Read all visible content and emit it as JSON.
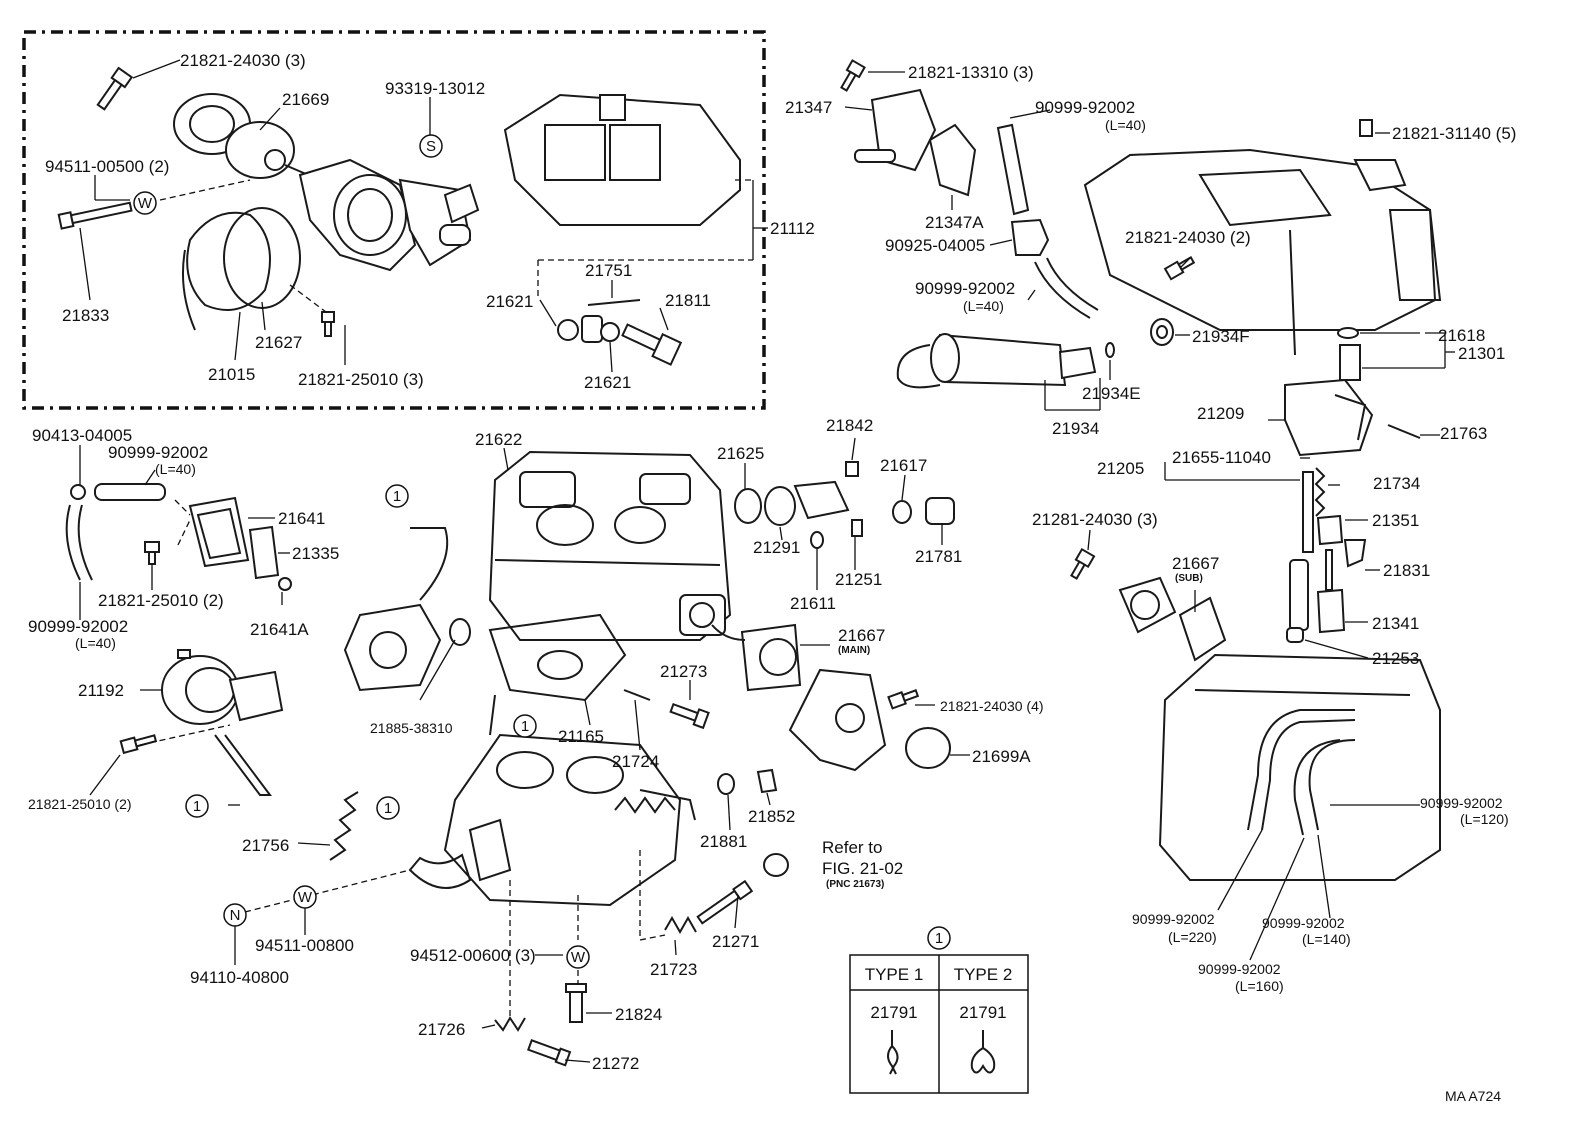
{
  "labels": {
    "p21821_24030_3": "21821-24030 (3)",
    "p21669": "21669",
    "p93319_13012": "93319-13012",
    "p94511_00500_2": "94511-00500 (2)",
    "p21833": "21833",
    "p21627": "21627",
    "p21015": "21015",
    "p21821_25010_3": "21821-25010 (3)",
    "p21112": "21112",
    "p21751": "21751",
    "p21621_a": "21621",
    "p21811": "21811",
    "p21621_b": "21621",
    "p21821_13310_3": "21821-13310 (3)",
    "p21347": "21347",
    "p90999_92002_top": "90999-92002",
    "l40_top": "(L=40)",
    "p21347A": "21347A",
    "p90925_04005": "90925-04005",
    "p90999_92002_mid": "90999-92002",
    "l40_mid": "(L=40)",
    "p21821_31140_5": "21821-31140 (5)",
    "p21821_24030_2": "21821-24030 (2)",
    "p21934F": "21934F",
    "p21618": "21618",
    "p21301": "21301",
    "p21934E": "21934E",
    "p21934": "21934",
    "p21209": "21209",
    "p21763": "21763",
    "p90413_04005": "90413-04005",
    "p90999_92002_left1": "90999-92002",
    "l40_left1": "(L=40)",
    "p21641": "21641",
    "p21335": "21335",
    "p21821_25010_2a": "21821-25010 (2)",
    "p90999_92002_left2": "90999-92002",
    "l40_left2": "(L=40)",
    "p21641A": "21641A",
    "p21622": "21622",
    "p21625": "21625",
    "p21842": "21842",
    "p21617": "21617",
    "p21291": "21291",
    "p21251": "21251",
    "p21781": "21781",
    "p21611": "21611",
    "p21205": "21205",
    "p21655_11040": "21655-11040",
    "p21734": "21734",
    "p21351": "21351",
    "p21281_24030_3": "21281-24030 (3)",
    "p21667_sub": "21667",
    "sub_tag": "(SUB)",
    "p21831": "21831",
    "p21341": "21341",
    "p21253": "21253",
    "p21192": "21192",
    "p21821_25010_2b": "21821-25010 (2)",
    "p21885_38310": "21885-38310",
    "p21165": "21165",
    "p21724": "21724",
    "p21273": "21273",
    "p21667_main": "21667",
    "main_tag": "(MAIN)",
    "p21821_24030_4": "21821-24030 (4)",
    "p21699A": "21699A",
    "p21756": "21756",
    "p21881": "21881",
    "p21852": "21852",
    "refer_to": "Refer to",
    "fig_ref": "FIG. 21-02",
    "pnc_ref": "(PNC 21673)",
    "p90999_92002_120": "90999-92002",
    "l120": "(L=120)",
    "p94511_00800": "94511-00800",
    "p94110_40800": "94110-40800",
    "p94512_00600_3": "94512-00600 (3)",
    "p21271": "21271",
    "p21723": "21723",
    "p21824": "21824",
    "p21726": "21726",
    "p21272": "21272",
    "p90999_92002_220": "90999-92002",
    "l220": "(L=220)",
    "p90999_92002_140": "90999-92002",
    "l140": "(L=140)",
    "p90999_92002_160": "90999-92002",
    "l160": "(L=160)",
    "figure_code": "MA  A724"
  },
  "markers": {
    "s": "S",
    "w": "W",
    "n": "N",
    "one": "1"
  },
  "type_table": {
    "header_marker": "1",
    "col1_header": "TYPE 1",
    "col2_header": "TYPE 2",
    "col1_part": "21791",
    "col2_part": "21791"
  }
}
